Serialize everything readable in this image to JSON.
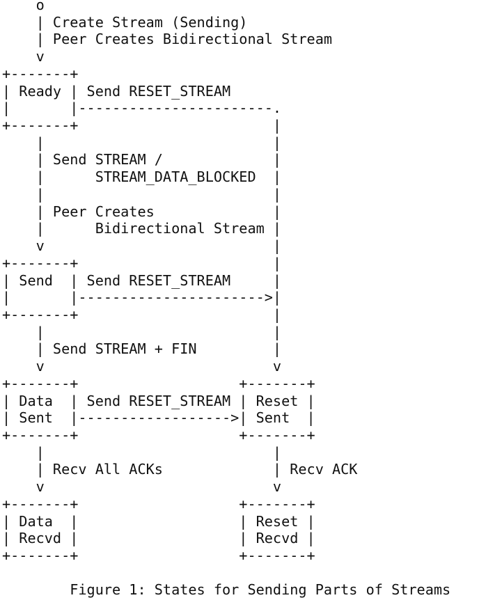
{
  "diagram_lines": [
    "    o",
    "    | Create Stream (Sending)",
    "    | Peer Creates Bidirectional Stream",
    "    v",
    "+-------+",
    "| Ready | Send RESET_STREAM",
    "|       |-----------------------.",
    "+-------+                       |",
    "    |                           |",
    "    | Send STREAM /             |",
    "    |      STREAM_DATA_BLOCKED  |",
    "    |                           |",
    "    | Peer Creates              |",
    "    |      Bidirectional Stream |",
    "    v                           |",
    "+-------+                       |",
    "| Send  | Send RESET_STREAM     |",
    "|       |---------------------->|",
    "+-------+                       |",
    "    |                           |",
    "    | Send STREAM + FIN         |",
    "    v                           v",
    "+-------+                   +-------+",
    "| Data  | Send RESET_STREAM | Reset |",
    "| Sent  |------------------>| Sent  |",
    "+-------+                   +-------+",
    "    |                           |",
    "    | Recv All ACKs             | Recv ACK",
    "    v                           v",
    "+-------+                   +-------+",
    "| Data  |                   | Reset |",
    "| Recvd |                   | Recvd |",
    "+-------+                   +-------+",
    "",
    "        Figure 1: States for Sending Parts of Streams"
  ]
}
